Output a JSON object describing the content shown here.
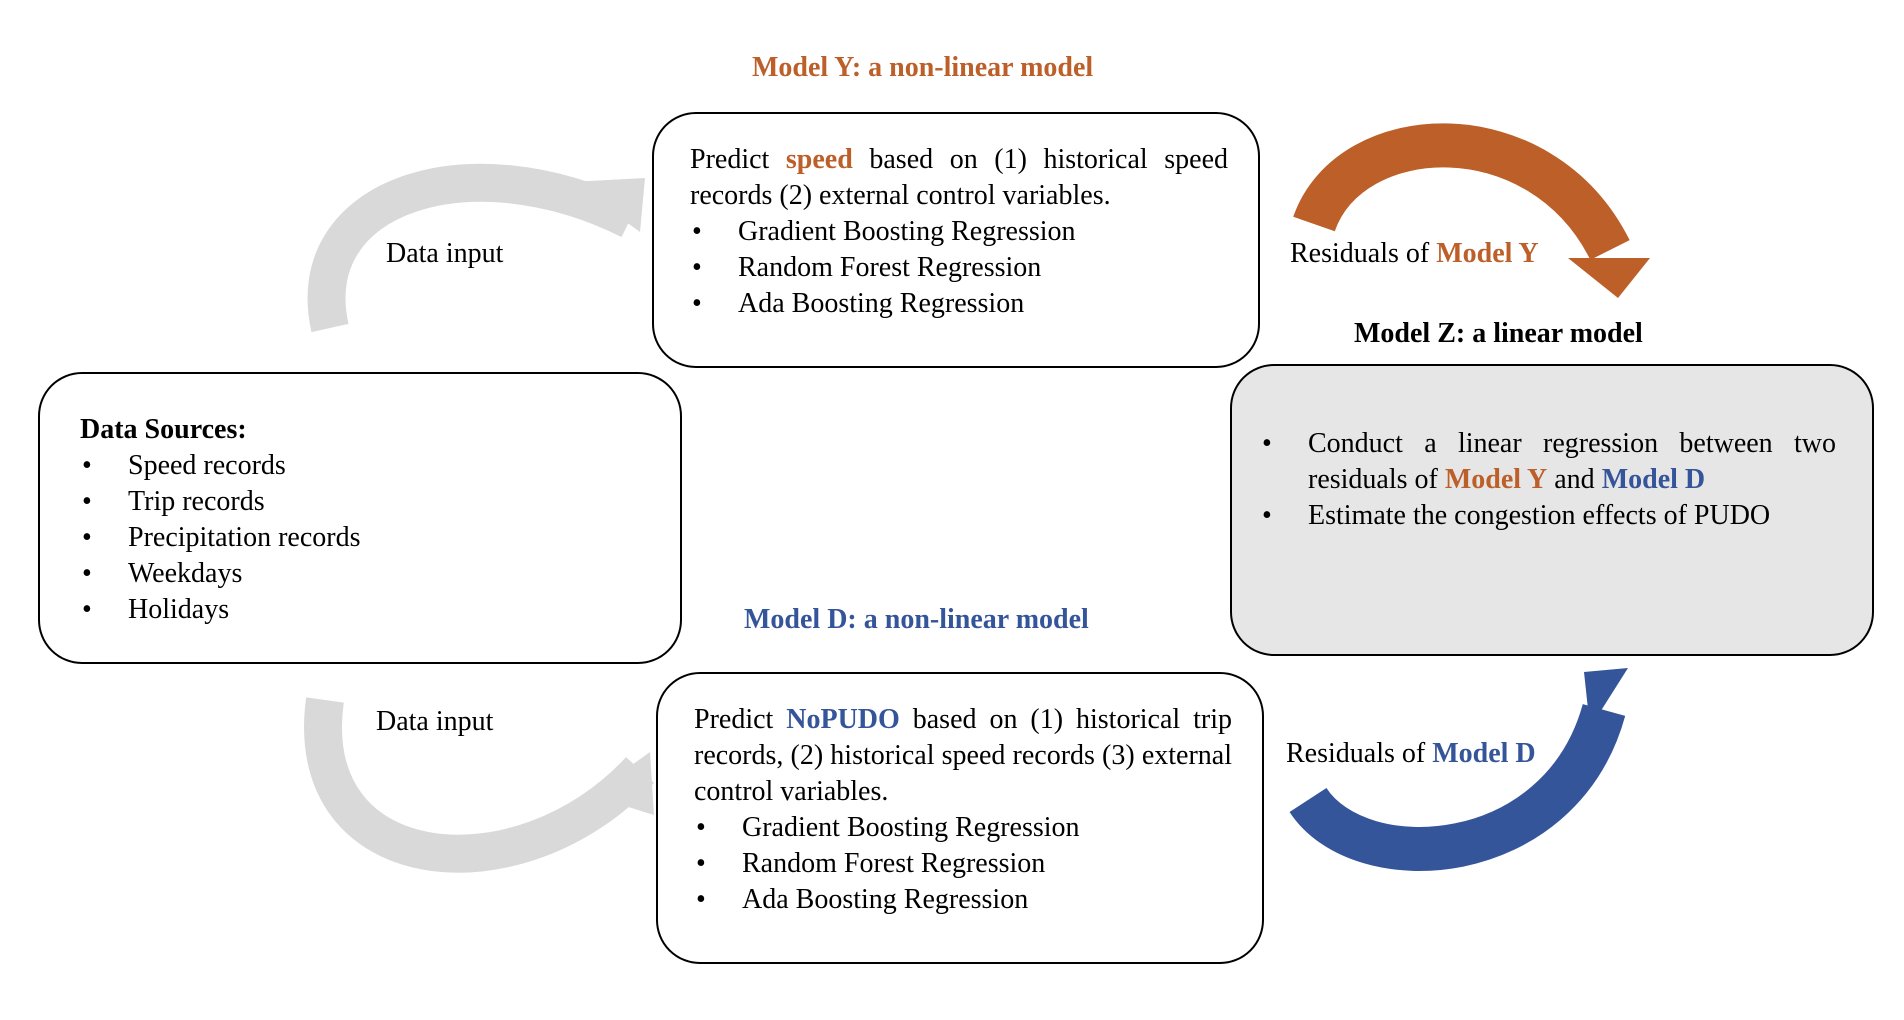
{
  "colors": {
    "orange": "#bc5f28",
    "blue": "#35559a",
    "grey_arrow": "#d9d9d9",
    "model_z_fill": "#e6e6e6"
  },
  "model_y": {
    "title": "Model Y: a non-linear model",
    "text_before": "Predict ",
    "highlight": "speed",
    "text_after": " based on (1) historical speed records (2) external control variables.",
    "methods": [
      "Gradient Boosting Regression",
      "Random Forest Regression",
      "Ada Boosting Regression"
    ]
  },
  "model_d": {
    "title": "Model D: a non-linear model",
    "text_before": "Predict ",
    "highlight": "NoPUDO",
    "text_after": " based on (1) historical trip records, (2) historical speed records (3) external control variables.",
    "methods": [
      "Gradient Boosting Regression",
      "Random Forest Regression",
      "Ada Boosting Regression"
    ]
  },
  "model_z": {
    "title": "Model Z: a linear model",
    "item1_before": "Conduct a linear regression between two residuals of ",
    "item1_model_y": "Model Y",
    "item1_and": " and ",
    "item1_model_d": "Model D",
    "item2": "Estimate the congestion effects of PUDO"
  },
  "data_sources": {
    "heading": "Data Sources:",
    "items": [
      "Speed records",
      "Trip records",
      "Precipitation records",
      "Weekdays",
      "Holidays"
    ]
  },
  "arrows": {
    "data_input_top": "Data input",
    "data_input_bottom": "Data input",
    "residuals_y_prefix": "Residuals of ",
    "residuals_y_model": "Model Y",
    "residuals_d_prefix": "Residuals of ",
    "residuals_d_model": "Model D"
  }
}
